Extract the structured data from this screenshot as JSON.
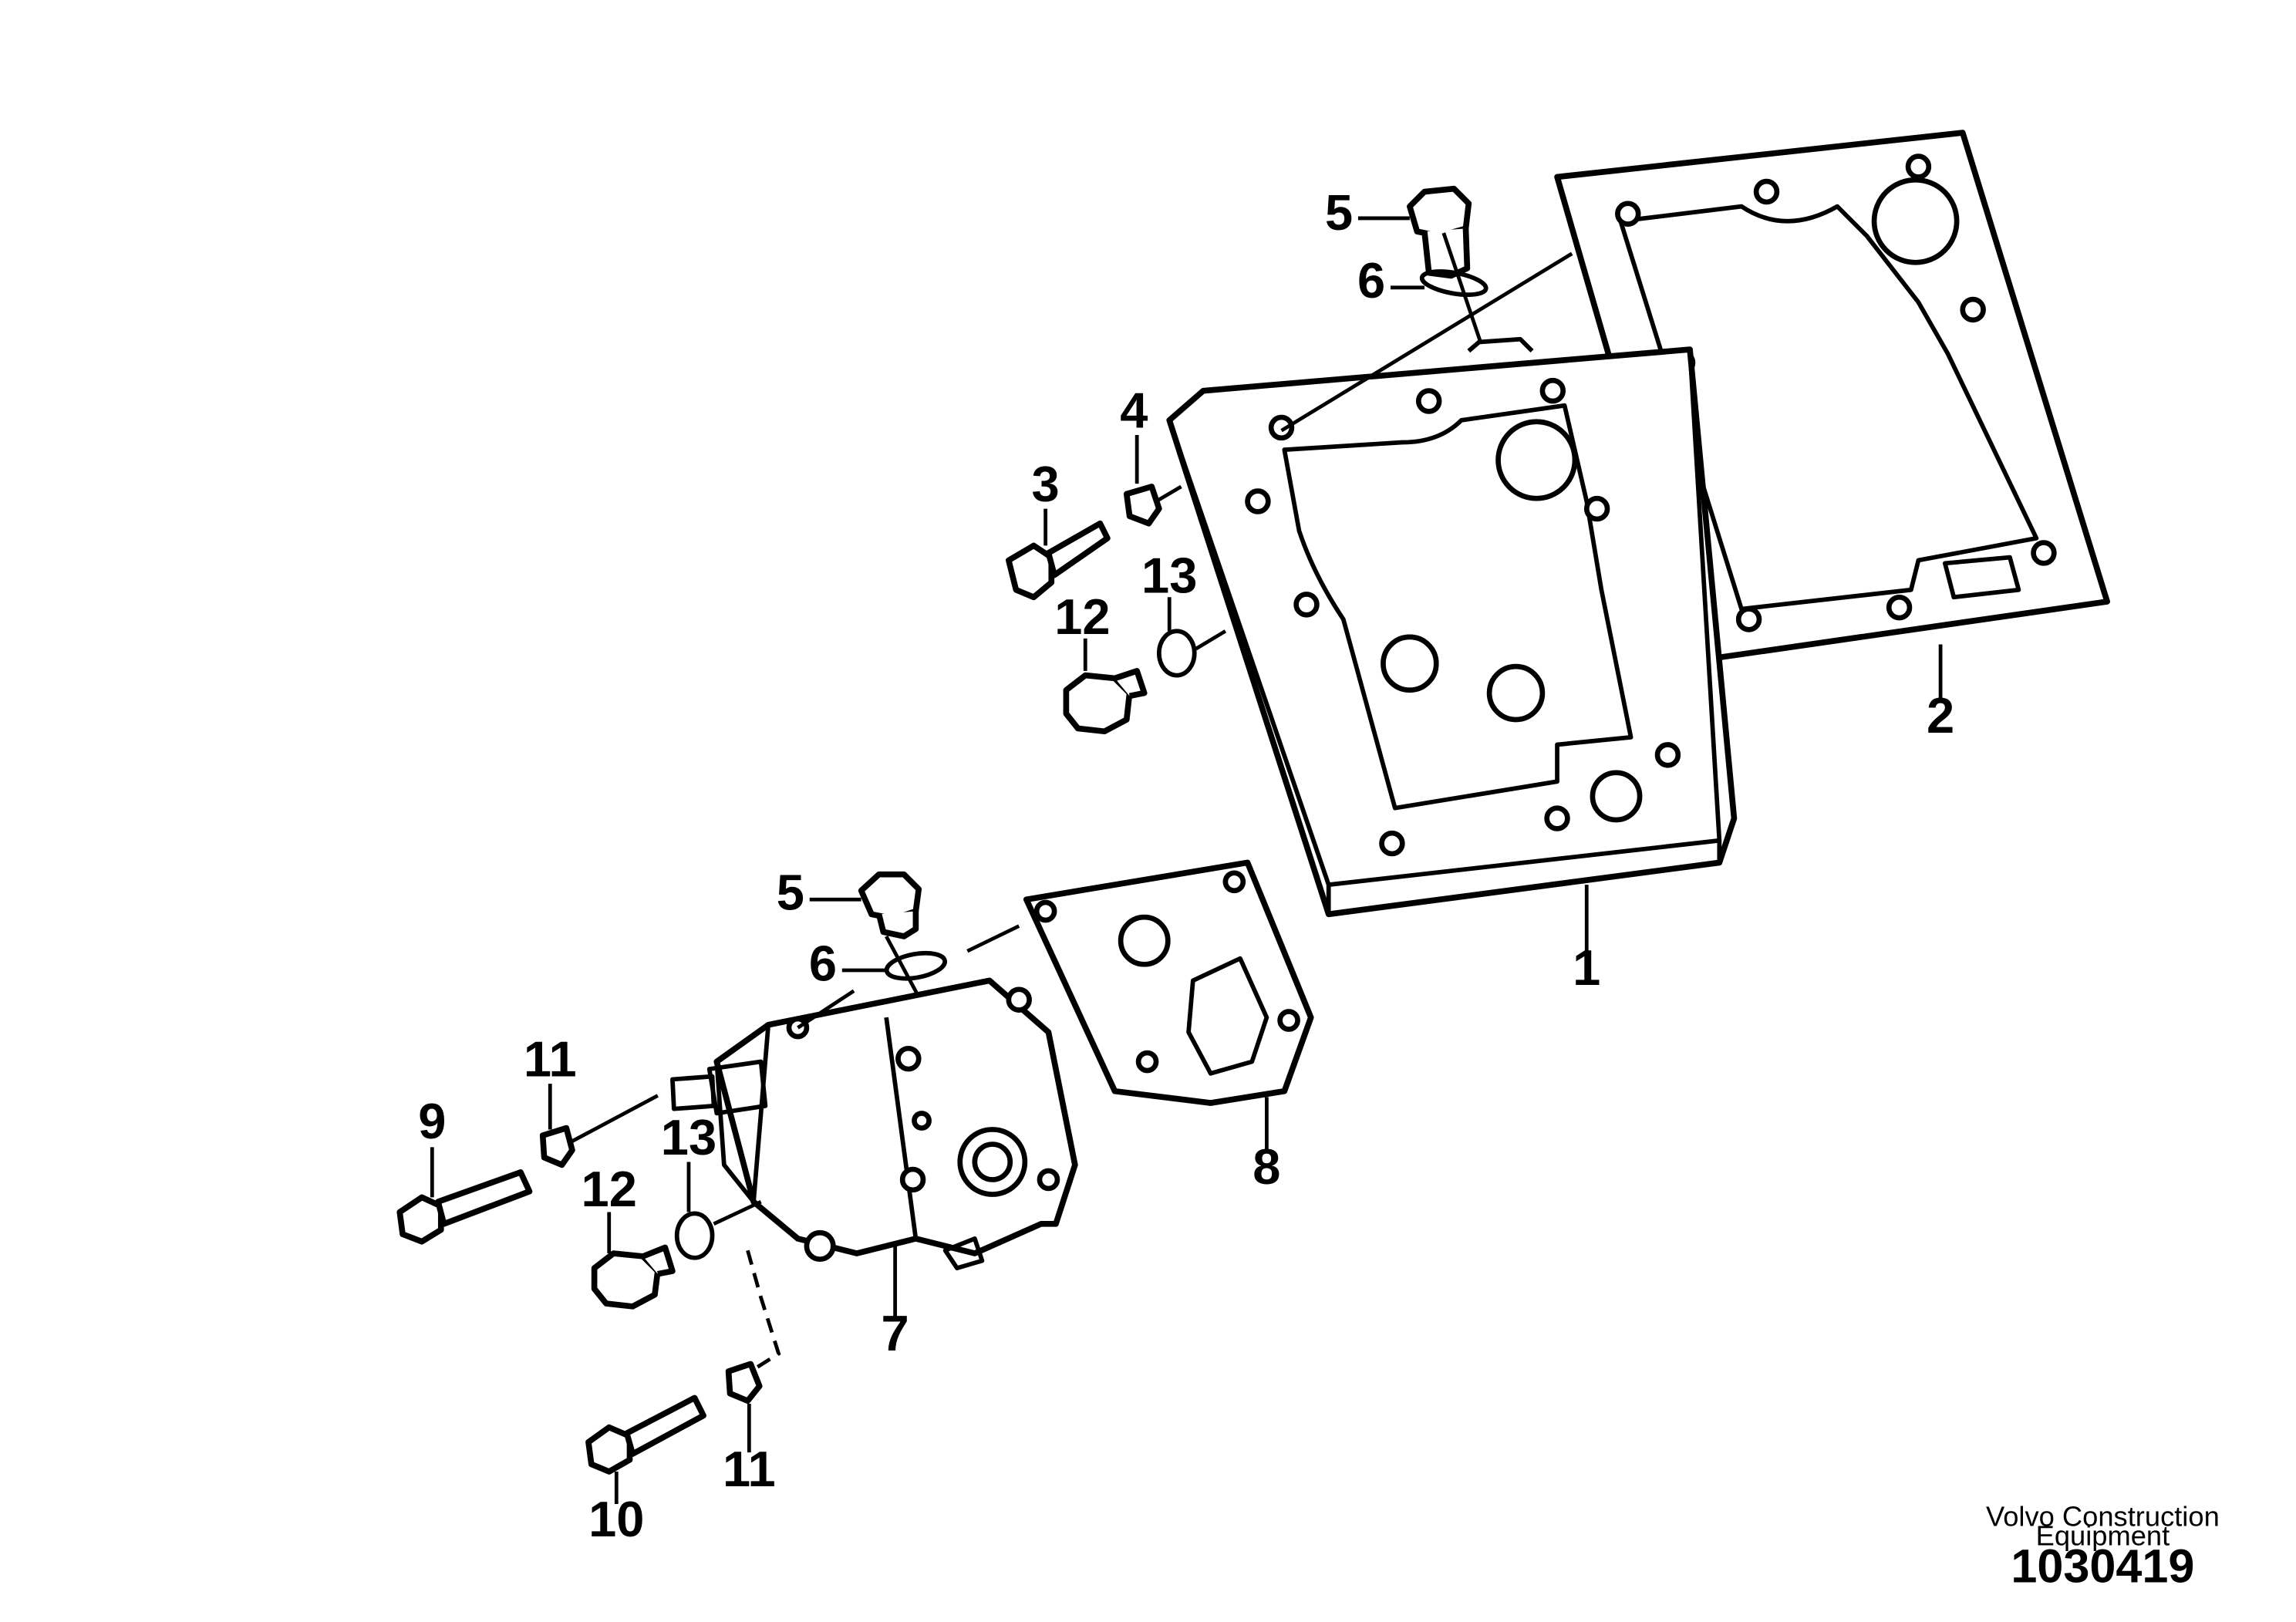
{
  "callouts": {
    "c1": "1",
    "c2": "2",
    "c3": "3",
    "c4": "4",
    "c5_top": "5",
    "c6_top": "6",
    "c12_top": "12",
    "c13_top": "13",
    "c5_bottom": "5",
    "c6_bottom": "6",
    "c7": "7",
    "c8": "8",
    "c9": "9",
    "c10": "10",
    "c11_upper": "11",
    "c11_lower": "11",
    "c12_bottom": "12",
    "c13_bottom": "13"
  },
  "credit": {
    "line1": "Volvo Construction",
    "line2": "Equipment",
    "number": "1030419"
  }
}
